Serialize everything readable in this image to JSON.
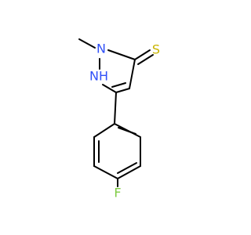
{
  "molecule": {
    "atoms": {
      "sulfur": {
        "label": "S",
        "color": "#c8b400"
      },
      "n_methyl": {
        "label": "N",
        "color": "#3050f8"
      },
      "nh": {
        "label": "NH",
        "color": "#3050f8"
      },
      "fluorine": {
        "label": "F",
        "color": "#7fcc44"
      }
    },
    "bond_color": "#000000"
  }
}
